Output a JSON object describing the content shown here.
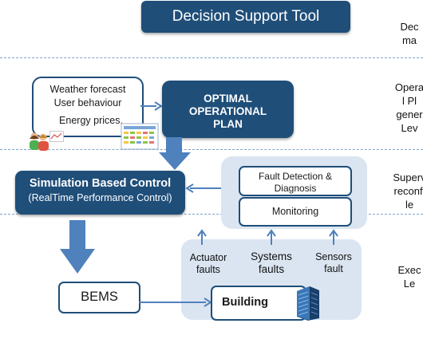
{
  "title": "Decision Support Tool",
  "inputs": {
    "lines": [
      "Weather forecast",
      "User behaviour",
      "Energy prices."
    ]
  },
  "optimal_plan": {
    "lines": [
      "OPTIMAL",
      "OPERATIONAL",
      "PLAN"
    ]
  },
  "simulation_control": {
    "title": "Simulation Based Control",
    "subtitle": "(RealTime Performance Control)"
  },
  "fdd": {
    "label_line1": "Fault Detection &",
    "label_line2": "Diagnosis"
  },
  "monitoring": {
    "label": "Monitoring"
  },
  "faults": [
    {
      "line1": "Actuator",
      "line2": "faults"
    },
    {
      "line1": "Systems",
      "line2": "faults"
    },
    {
      "line1": "Sensors",
      "line2": "fault"
    }
  ],
  "bems": {
    "label": "BEMS"
  },
  "building": {
    "label": "Building"
  },
  "levels": [
    {
      "lines": [
        "Dec",
        "ma"
      ]
    },
    {
      "lines": [
        "Opera",
        "l Pl",
        "gener",
        "Lev"
      ]
    },
    {
      "lines": [
        "Superv",
        "reconfi",
        "le"
      ]
    },
    {
      "lines": [
        "Exec",
        "Le"
      ]
    }
  ],
  "colors": {
    "dark_blue": "#1f4e79",
    "arrow_blue": "#4f81bd",
    "panel_blue": "#dbe5f1"
  },
  "icons": [
    "users-icon",
    "chart-document-icon",
    "building-icon"
  ]
}
